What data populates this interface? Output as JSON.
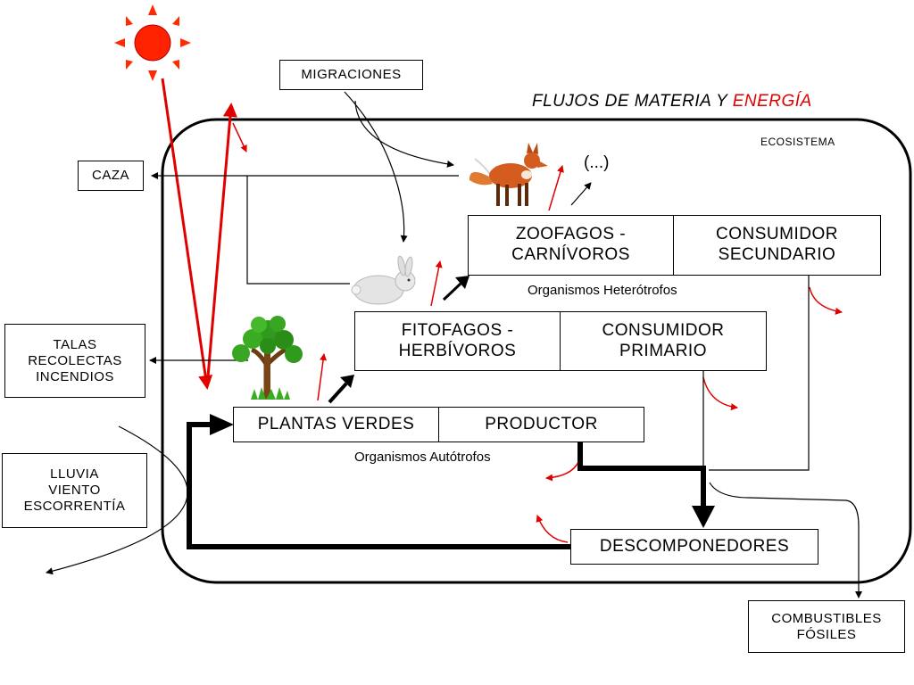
{
  "title": {
    "part1": "FLUJOS DE MATERIA Y ",
    "part2": "ENERGÍA"
  },
  "ecosystem_label": "ECOSISTEMA",
  "external": {
    "migraciones": "MIGRACIONES",
    "caza": "CAZA",
    "talas": [
      "TALAS",
      "RECOLECTAS",
      "INCENDIOS"
    ],
    "lluvia": [
      "LLUVIA",
      "VIENTO",
      "ESCORRENTÍA"
    ],
    "combustibles": [
      "COMBUSTIBLES",
      "FÓSILES"
    ]
  },
  "levels": {
    "zoofagos": {
      "name": [
        "ZOOFAGOS -",
        "CARNÍVOROS"
      ],
      "role": [
        "CONSUMIDOR",
        "SECUNDARIO"
      ]
    },
    "fitofagos": {
      "name": [
        "FITOFAGOS -",
        "HERBÍVOROS"
      ],
      "role": [
        "CONSUMIDOR",
        "PRIMARIO"
      ]
    },
    "plantas": {
      "name": "PLANTAS VERDES",
      "role": "PRODUCTOR"
    },
    "descomponedores": "DESCOMPONEDORES"
  },
  "group_labels": {
    "heterotrofos": "Organismos Heterótrofos",
    "autotrofos": "Organismos Autótrofos"
  },
  "ellipsis": "(...)",
  "icons": [
    "sun-icon",
    "fox-icon",
    "rabbit-icon",
    "tree-icon"
  ],
  "colors": {
    "energy": "#e00000",
    "matter": "#000000",
    "sun": "#ff2200"
  }
}
